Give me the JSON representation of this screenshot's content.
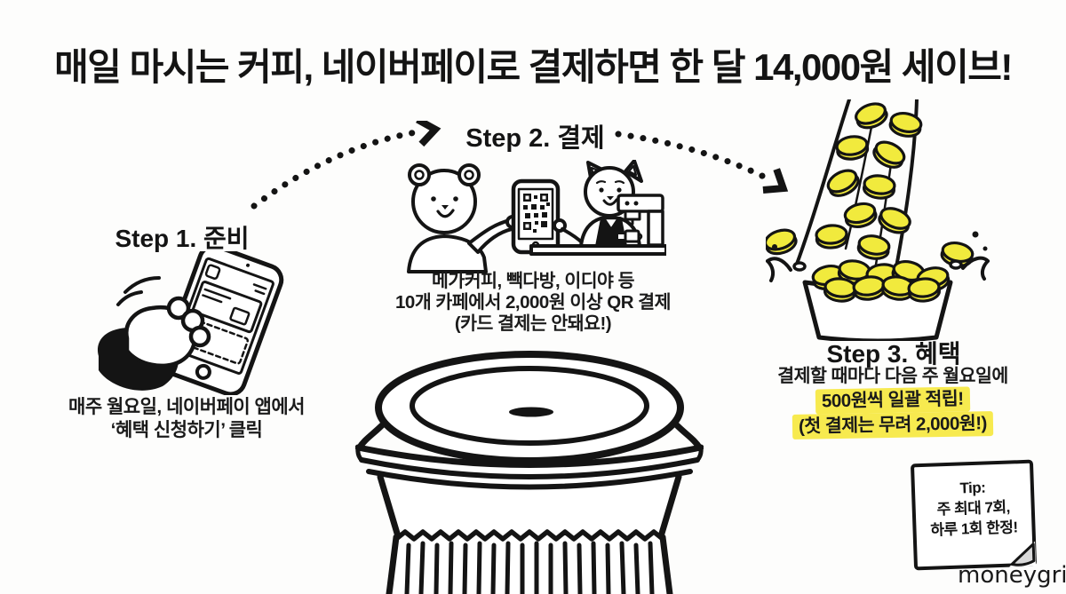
{
  "title": "매일 마시는 커피, 네이버페이로 결제하면 한 달 14,000원 세이브!",
  "steps": {
    "step1": {
      "label": "Step 1. 준비",
      "caption_line1": "매주 월요일, 네이버페이 앱에서",
      "caption_line2": "‘혜택 신청하기’ 클릭"
    },
    "step2": {
      "label": "Step 2. 결제",
      "caption_line1": "메가커피, 빽다방, 이디야 등",
      "caption_line2": "10개 카페에서 2,000원 이상 QR 결제",
      "caption_line3": "(카드 결제는 안돼요!)"
    },
    "step3": {
      "label": "Step 3. 혜택",
      "caption_line1": "결제할 때마다 다음 주 월요일에",
      "caption_line2": "500원씩 일괄 적립!",
      "caption_line3": "(첫 결제는 무려 2,000원!)"
    }
  },
  "tip": {
    "line1": "Tip:",
    "line2": "주 최대 7회,",
    "line3": "하루 1회 한정!"
  },
  "watermark": "moneygrit",
  "illustrations": {
    "step1": "bear-paw-tapping-phone",
    "step2": "bear-showing-qr-phone-to-cat-barista",
    "step3": "coins-pouring-into-cup",
    "center": "takeaway-coffee-cup"
  },
  "colors": {
    "ink": "#141414",
    "coin_yellow": "#f1ea3d",
    "highlight_yellow": "#f7ea4f",
    "background": "#fdfdfc"
  }
}
